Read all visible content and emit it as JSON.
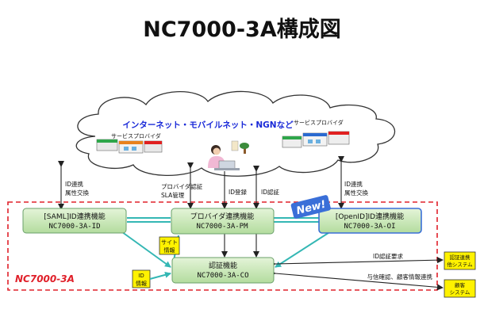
{
  "title": "NC7000-3A構成図",
  "cloud": {
    "network_label": "インターネット・モバイルネット・NGNなど",
    "provider_left": "サービスプロバイダ",
    "provider_right": "サービスプロバイダ"
  },
  "edge_labels": {
    "left_1": "ID連携",
    "left_2": "属性交換",
    "provider_auth": "プロバイダ認証",
    "sla": "SLA管理",
    "id_register": "ID登録",
    "id_auth": "ID認証",
    "right_1": "ID連携",
    "right_2": "属性交換",
    "auth_request": "ID認証要求",
    "info_link": "与信確認、顧客情報連携"
  },
  "new_badge": "New!",
  "boxes": {
    "saml_line1": "[SAML]ID連携機能",
    "saml_line2": "NC7000-3A-ID",
    "pm_line1": "プロバイダ連携機能",
    "pm_line2": "NC7000-3A-PM",
    "oi_line1": "[OpenID]ID連携機能",
    "oi_line2": "NC7000-3A-OI",
    "co_line1": "認証機能",
    "co_line2": "NC7000-3A-CO"
  },
  "notes": {
    "site_1": "サイト",
    "site_2": "情報",
    "id_1": "ID",
    "id_2": "情報"
  },
  "system_label": "NC7000-3A",
  "external": {
    "auth_sys_1": "認証連携",
    "auth_sys_2": "他システム",
    "customer_sys_1": "顧客",
    "customer_sys_2": "システム"
  },
  "colors": {
    "box_fill": "#c6e6b4",
    "box_stroke": "#6aa06a",
    "dashed_border": "#e0202a",
    "teal_link": "#34b7b4",
    "note_fill": "#fff200",
    "network_text": "#1a2ad8",
    "new_badge": "#3a6fd8"
  }
}
